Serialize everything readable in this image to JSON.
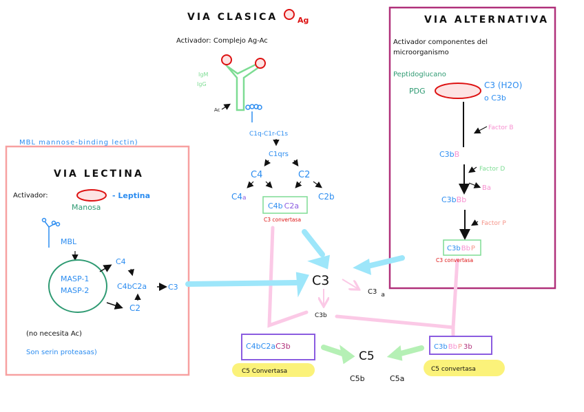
{
  "colors": {
    "black": "#111111",
    "blue": "#2b8cf0",
    "red": "#dd1111",
    "light_green": "#7ddc93",
    "teal": "#2e9a72",
    "pink": "#f78fd0",
    "salmon": "#f5958a",
    "purple": "#8a5be0",
    "magenta": "#b0307a",
    "cyan_arrow": "#9de6fa",
    "pink_line": "#fbc9e6",
    "green_arrow": "#b5f0b5",
    "yellow_highlight": "#fbf27a",
    "lectina_border": "#f7a0a0",
    "alternativa_border": "#b0307a"
  },
  "clasica": {
    "title": "VIA CLASICA",
    "antigen_label": "Ag",
    "activator": "Activador: Complejo Ag-Ac",
    "antibody_types": [
      "IgM",
      "IgG"
    ],
    "ac_label": "Ac",
    "c1_complex": "C1q-C1r-C1s",
    "c1qrs": "C1qrs",
    "c4": "C4",
    "c2": "C2",
    "c4a": "C4",
    "c4a_sub": "a",
    "c2b": "C2b",
    "convertase_c4b": "C4b",
    "convertase_c2a": "C2a",
    "convertase_label": "C3 convertasa"
  },
  "lectina": {
    "header_note": "MBL mannose-binding lectin)",
    "title": "VIA LECTINA",
    "activator_label": "Activador:",
    "lectin_label": "- Leptina",
    "mannose_label": "Manosa",
    "mbl": "MBL",
    "masp1": "MASP-1",
    "masp2": "MASP-2",
    "c4": "C4",
    "c2": "C2",
    "c4bc2a": "C4bC2a",
    "c3": "C3",
    "note1": "(no necesita Ac)",
    "note2": "Son serin proteasas)"
  },
  "alternativa": {
    "title": "VIA ALTERNATIVA",
    "activator_line1": "Activador componentes del",
    "activator_line2": "microorganismo",
    "peptidoglycan": "Peptidoglucano",
    "pdg": "PDG",
    "c3h2o": "C3 (H2O)",
    "c3b_alt": "o C3b",
    "factor_b": "Factor B",
    "c3b_1": "C3b",
    "b": "B",
    "factor_d": "Factor D",
    "ba": "Ba",
    "c3b_2": "C3b",
    "bb": "Bb",
    "factor_p": "Factor P",
    "conv_c3b": "C3b",
    "conv_bb": "Bb",
    "conv_p": "P",
    "convertase_label": "C3 convertasa"
  },
  "center": {
    "c3": "C3",
    "c3a": "C3",
    "c3a_sub": "a",
    "c3b": "C3b",
    "c5": "C5",
    "c5b": "C5b",
    "c5a": "C5a"
  },
  "c5_left": {
    "part1": "C4bC2a",
    "part2": "C3b",
    "label": "C5 Convertasa"
  },
  "c5_right": {
    "part1": "C3b",
    "part2": "Bb",
    "part3": "P",
    "part4": "3b",
    "label": "C5 convertasa"
  }
}
